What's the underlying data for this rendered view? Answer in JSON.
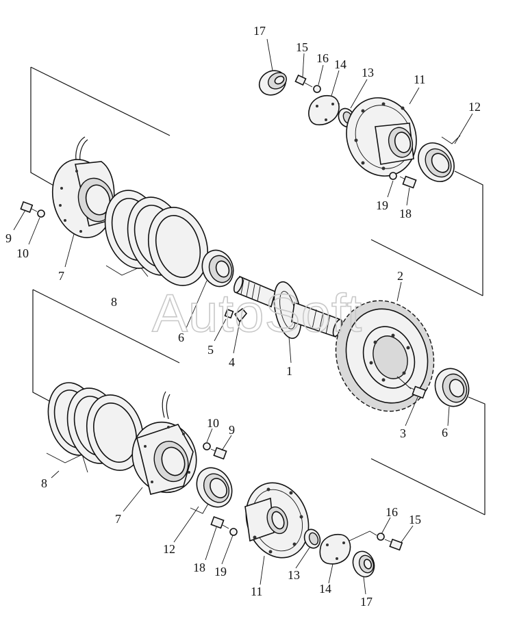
{
  "watermark": "AutoSoft",
  "callouts": [
    {
      "id": "c1",
      "label": "1"
    },
    {
      "id": "c2",
      "label": "2"
    },
    {
      "id": "c3",
      "label": "3"
    },
    {
      "id": "c4",
      "label": "4"
    },
    {
      "id": "c5",
      "label": "5"
    },
    {
      "id": "c6a",
      "label": "6"
    },
    {
      "id": "c6b",
      "label": "6"
    },
    {
      "id": "c7a",
      "label": "7"
    },
    {
      "id": "c7b",
      "label": "7"
    },
    {
      "id": "c8a",
      "label": "8"
    },
    {
      "id": "c8b",
      "label": "8"
    },
    {
      "id": "c9a",
      "label": "9"
    },
    {
      "id": "c9b",
      "label": "9"
    },
    {
      "id": "c10a",
      "label": "10"
    },
    {
      "id": "c10b",
      "label": "10"
    },
    {
      "id": "c11a",
      "label": "11"
    },
    {
      "id": "c11b",
      "label": "11"
    },
    {
      "id": "c12a",
      "label": "12"
    },
    {
      "id": "c12b",
      "label": "12"
    },
    {
      "id": "c13a",
      "label": "13"
    },
    {
      "id": "c13b",
      "label": "13"
    },
    {
      "id": "c14a",
      "label": "14"
    },
    {
      "id": "c14b",
      "label": "14"
    },
    {
      "id": "c15a",
      "label": "15"
    },
    {
      "id": "c15b",
      "label": "15"
    },
    {
      "id": "c16a",
      "label": "16"
    },
    {
      "id": "c16b",
      "label": "16"
    },
    {
      "id": "c17a",
      "label": "17"
    },
    {
      "id": "c17b",
      "label": "17"
    },
    {
      "id": "c18a",
      "label": "18"
    },
    {
      "id": "c18b",
      "label": "18"
    },
    {
      "id": "c19a",
      "label": "19"
    },
    {
      "id": "c19b",
      "label": "19"
    }
  ]
}
